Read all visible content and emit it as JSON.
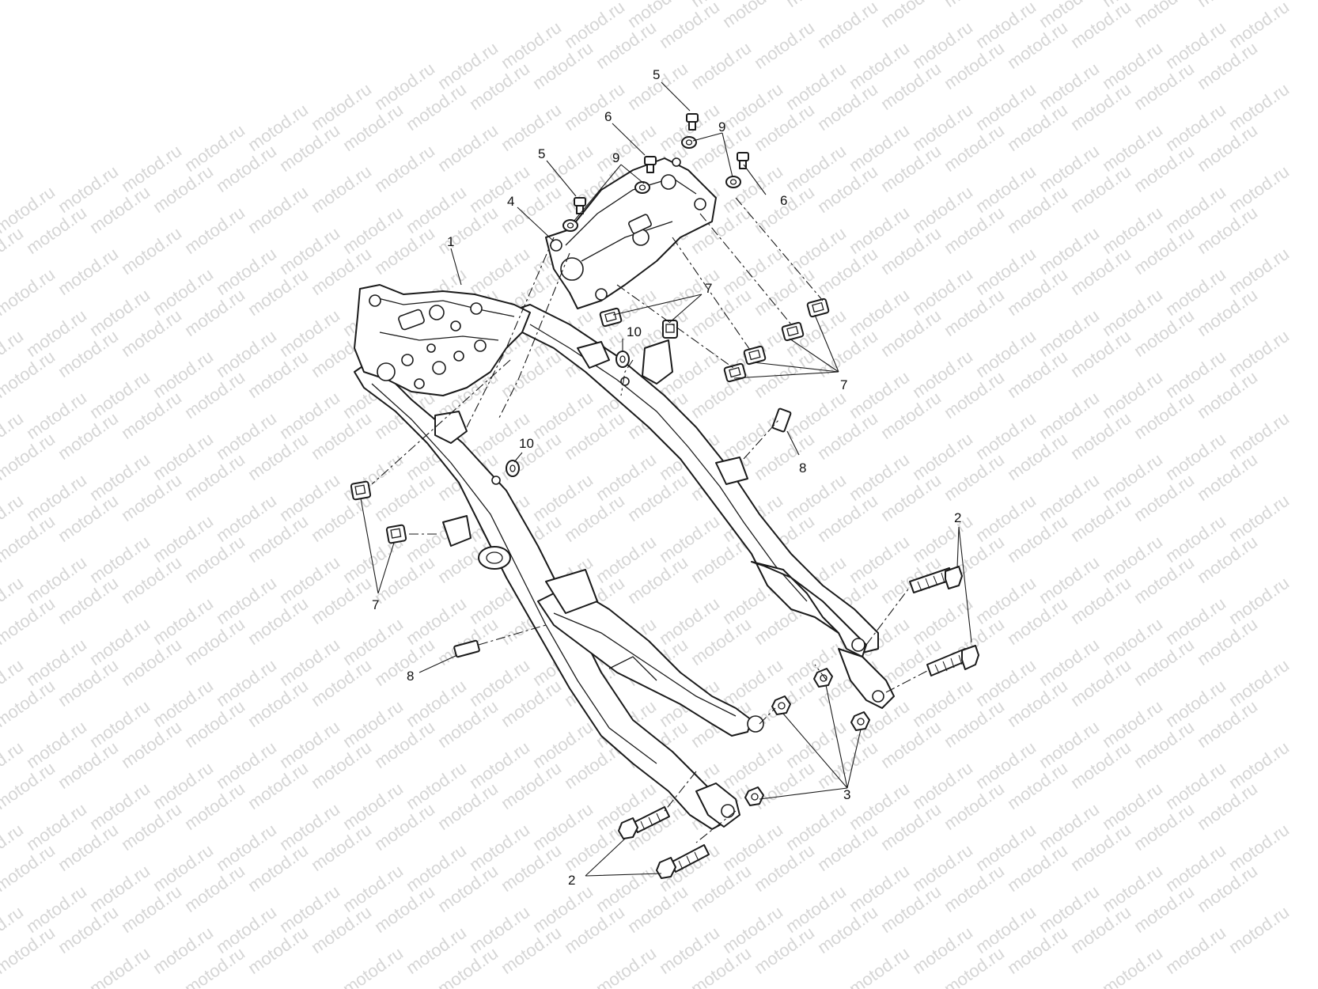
{
  "watermark": {
    "text": "motod.ru"
  },
  "callouts": {
    "frame": "1",
    "bolt_long": "2",
    "nut_flange": "3",
    "bracket": "4",
    "bolt_top": "5",
    "bolt_side": "6",
    "clip_nut": "7",
    "sleeve": "8",
    "washer": "9",
    "grommet": "10"
  },
  "colors": {
    "line": "#1a1a1a",
    "watermark": "#d6d6d6",
    "background": "#ffffff"
  }
}
